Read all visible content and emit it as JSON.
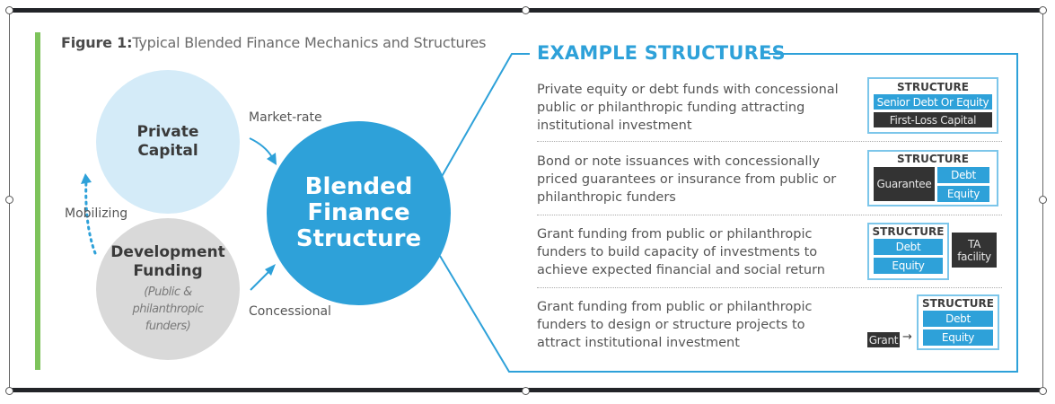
{
  "figure": {
    "title_prefix": "Figure 1:",
    "title": "Typical Blended Finance Mechanics and Structures"
  },
  "left_diagram": {
    "private_capital": {
      "line1": "Private",
      "line2": "Capital"
    },
    "development_funding": {
      "line1": "Development",
      "line2": "Funding",
      "sub1": "(Public &",
      "sub2": "philanthropic",
      "sub3": "funders)"
    },
    "blended": {
      "line1": "Blended",
      "line2": "Finance",
      "line3": "Structure"
    },
    "labels": {
      "market_rate": "Market-rate",
      "concessional": "Concessional",
      "mobilizing": "Mobilizing"
    }
  },
  "example_structures": {
    "title": "EXAMPLE STRUCTURES",
    "rows": [
      {
        "text": "Private equity or debt funds with concessional public or philanthropic funding attracting institutional investment",
        "structure": {
          "header": "STRUCTURE",
          "blocks": [
            "Senior Debt Or Equity",
            "First-Loss Capital"
          ]
        }
      },
      {
        "text": "Bond or note issuances with concessionally priced guarantees or insurance from public or philanthropic funders",
        "structure": {
          "header": "STRUCTURE",
          "side": "Guarantee",
          "blocks": [
            "Debt",
            "Equity"
          ]
        }
      },
      {
        "text": "Grant funding from public or philanthropic funders to build capacity of investments to achieve expected financial and social return",
        "structure": {
          "header": "STRUCTURE",
          "blocks": [
            "Debt",
            "Equity"
          ],
          "external": "TA facility"
        }
      },
      {
        "text": "Grant funding from public or philanthropic funders to design or structure projects to attract institutional investment",
        "structure": {
          "header": "STRUCTURE",
          "blocks": [
            "Debt",
            "Equity"
          ],
          "external": "Grant",
          "arrow": "→"
        }
      }
    ]
  },
  "colors": {
    "accent_blue": "#2ea1d9",
    "light_blue": "#d4ebf8",
    "gray_circle": "#d9d9d9",
    "dark_block": "#333333",
    "green_bar": "#7dc35b"
  }
}
